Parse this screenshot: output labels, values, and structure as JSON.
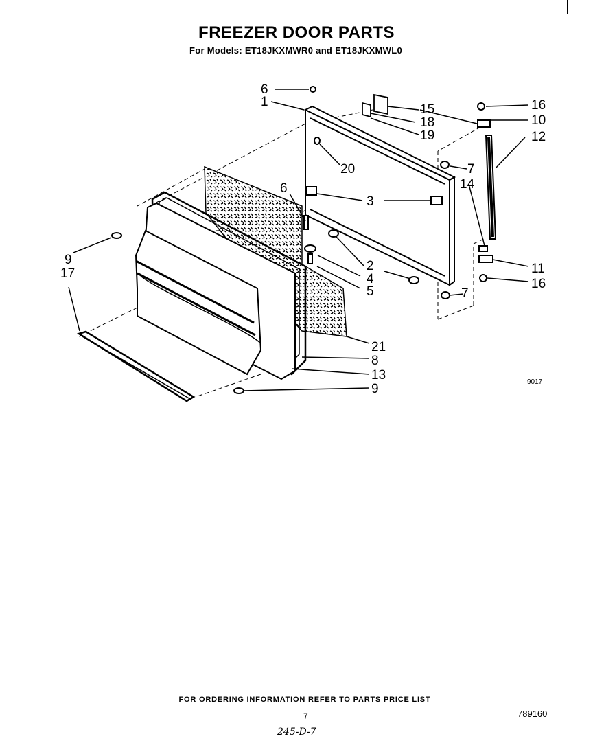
{
  "header": {
    "title": "FREEZER DOOR PARTS",
    "subtitle": "For Models: ET18JKXMWR0 and ET18JKXMWL0"
  },
  "diagram": {
    "callouts": [
      "1",
      "2",
      "3",
      "4",
      "5",
      "6",
      "6",
      "7",
      "7",
      "8",
      "9",
      "9",
      "10",
      "11",
      "12",
      "13",
      "14",
      "15",
      "16",
      "16",
      "17",
      "18",
      "19",
      "20",
      "21"
    ],
    "figure_code": "9017"
  },
  "footer": {
    "ordering_note": "FOR ORDERING INFORMATION REFER TO PARTS PRICE LIST",
    "page_number": "7",
    "part_number": "789160",
    "handwritten": "245-D-7"
  }
}
